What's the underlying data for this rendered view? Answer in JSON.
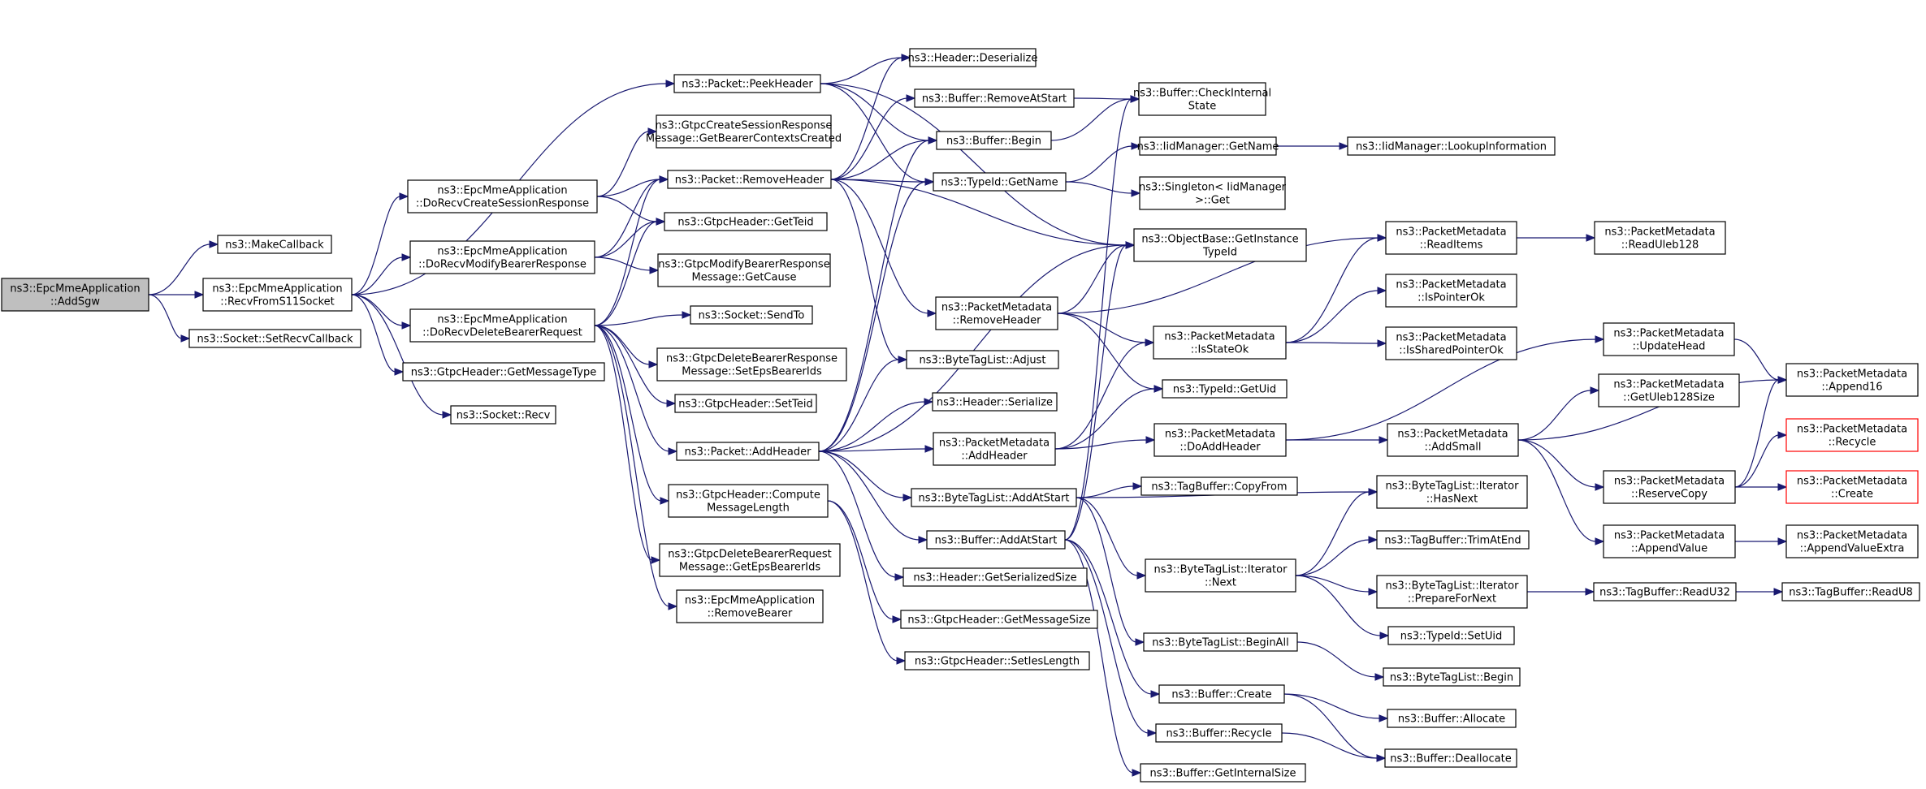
{
  "diagram": {
    "nodes": [
      {
        "id": "root",
        "lines": [
          "ns3::EpcMmeApplication",
          "::AddSgw"
        ],
        "root": true
      },
      {
        "id": "makecb",
        "lines": [
          "ns3::MakeCallback"
        ]
      },
      {
        "id": "recv11",
        "lines": [
          "ns3::EpcMmeApplication",
          "::RecvFromS11Socket"
        ]
      },
      {
        "id": "setrecvcb",
        "lines": [
          "ns3::Socket::SetRecvCallback"
        ]
      },
      {
        "id": "peekhdr",
        "lines": [
          "ns3::Packet::PeekHeader"
        ]
      },
      {
        "id": "createresp",
        "lines": [
          "ns3::EpcMmeApplication",
          "::DoRecvCreateSessionResponse"
        ]
      },
      {
        "id": "modifyresp",
        "lines": [
          "ns3::EpcMmeApplication",
          "::DoRecvModifyBearerResponse"
        ]
      },
      {
        "id": "delreq",
        "lines": [
          "ns3::EpcMmeApplication",
          "::DoRecvDeleteBearerRequest"
        ]
      },
      {
        "id": "getmsgtype",
        "lines": [
          "ns3::GtpcHeader::GetMessageType"
        ]
      },
      {
        "id": "sockrecv",
        "lines": [
          "ns3::Socket::Recv"
        ]
      },
      {
        "id": "getbearerctx",
        "lines": [
          "ns3::GtpcCreateSessionResponse",
          "Message::GetBearerContextsCreated"
        ]
      },
      {
        "id": "removehdr",
        "lines": [
          "ns3::Packet::RemoveHeader"
        ]
      },
      {
        "id": "getteid",
        "lines": [
          "ns3::GtpcHeader::GetTeid"
        ]
      },
      {
        "id": "getcause",
        "lines": [
          "ns3::GtpcModifyBearerResponse",
          "Message::GetCause"
        ]
      },
      {
        "id": "sendto",
        "lines": [
          "ns3::Socket::SendTo"
        ]
      },
      {
        "id": "seteps",
        "lines": [
          "ns3::GtpcDeleteBearerResponse",
          "Message::SetEpsBearerIds"
        ]
      },
      {
        "id": "setteid",
        "lines": [
          "ns3::GtpcHeader::SetTeid"
        ]
      },
      {
        "id": "addhdr",
        "lines": [
          "ns3::Packet::AddHeader"
        ]
      },
      {
        "id": "computelen",
        "lines": [
          "ns3::GtpcHeader::Compute",
          "MessageLength"
        ]
      },
      {
        "id": "geteps",
        "lines": [
          "ns3::GtpcDeleteBearerRequest",
          "Message::GetEpsBearerIds"
        ]
      },
      {
        "id": "removebearer",
        "lines": [
          "ns3::EpcMmeApplication",
          "::RemoveBearer"
        ]
      },
      {
        "id": "hdrdeser",
        "lines": [
          "ns3::Header::Deserialize"
        ]
      },
      {
        "id": "bufremove",
        "lines": [
          "ns3::Buffer::RemoveAtStart"
        ]
      },
      {
        "id": "bufbegin",
        "lines": [
          "ns3::Buffer::Begin"
        ]
      },
      {
        "id": "typegetname",
        "lines": [
          "ns3::TypeId::GetName"
        ]
      },
      {
        "id": "pmremovehdr",
        "lines": [
          "ns3::PacketMetadata",
          "::RemoveHeader"
        ]
      },
      {
        "id": "btladjust",
        "lines": [
          "ns3::ByteTagList::Adjust"
        ]
      },
      {
        "id": "hdrser",
        "lines": [
          "ns3::Header::Serialize"
        ]
      },
      {
        "id": "pmaddhdr",
        "lines": [
          "ns3::PacketMetadata",
          "::AddHeader"
        ]
      },
      {
        "id": "btladdstart",
        "lines": [
          "ns3::ByteTagList::AddAtStart"
        ]
      },
      {
        "id": "bufaddstart",
        "lines": [
          "ns3::Buffer::AddAtStart"
        ]
      },
      {
        "id": "hdrgetsize",
        "lines": [
          "ns3::Header::GetSerializedSize"
        ]
      },
      {
        "id": "gtpcmsgsize",
        "lines": [
          "ns3::GtpcHeader::GetMessageSize"
        ]
      },
      {
        "id": "setieslen",
        "lines": [
          "ns3::GtpcHeader::SetIesLength"
        ]
      },
      {
        "id": "bufcheck",
        "lines": [
          "ns3::Buffer::CheckInternal",
          "State"
        ]
      },
      {
        "id": "iidgetname",
        "lines": [
          "ns3::IidManager::GetName"
        ]
      },
      {
        "id": "singleton",
        "lines": [
          "ns3::Singleton< IidManager",
          ">::Get"
        ]
      },
      {
        "id": "objbase",
        "lines": [
          "ns3::ObjectBase::GetInstance",
          "TypeId"
        ]
      },
      {
        "id": "isstateok",
        "lines": [
          "ns3::PacketMetadata",
          "::IsStateOk"
        ]
      },
      {
        "id": "typegetuid",
        "lines": [
          "ns3::TypeId::GetUid"
        ]
      },
      {
        "id": "doaddhdr",
        "lines": [
          "ns3::PacketMetadata",
          "::DoAddHeader"
        ]
      },
      {
        "id": "tagcopy",
        "lines": [
          "ns3::TagBuffer::CopyFrom"
        ]
      },
      {
        "id": "itnext",
        "lines": [
          "ns3::ByteTagList::Iterator",
          "::Next"
        ]
      },
      {
        "id": "beginall",
        "lines": [
          "ns3::ByteTagList::BeginAll"
        ]
      },
      {
        "id": "bufcreate",
        "lines": [
          "ns3::Buffer::Create"
        ]
      },
      {
        "id": "bufrecycle",
        "lines": [
          "ns3::Buffer::Recycle"
        ]
      },
      {
        "id": "bufintsize",
        "lines": [
          "ns3::Buffer::GetInternalSize"
        ]
      },
      {
        "id": "iidlookup",
        "lines": [
          "ns3::IidManager::LookupInformation"
        ]
      },
      {
        "id": "readitems",
        "lines": [
          "ns3::PacketMetadata",
          "::ReadItems"
        ]
      },
      {
        "id": "ispointerok",
        "lines": [
          "ns3::PacketMetadata",
          "::IsPointerOk"
        ]
      },
      {
        "id": "issharedok",
        "lines": [
          "ns3::PacketMetadata",
          "::IsSharedPointerOk"
        ]
      },
      {
        "id": "addsmall",
        "lines": [
          "ns3::PacketMetadata",
          "::AddSmall"
        ]
      },
      {
        "id": "hasnext",
        "lines": [
          "ns3::ByteTagList::Iterator",
          "::HasNext"
        ]
      },
      {
        "id": "trimatend",
        "lines": [
          "ns3::TagBuffer::TrimAtEnd"
        ]
      },
      {
        "id": "preparenext",
        "lines": [
          "ns3::ByteTagList::Iterator",
          "::PrepareForNext"
        ]
      },
      {
        "id": "setuid",
        "lines": [
          "ns3::TypeId::SetUid"
        ]
      },
      {
        "id": "btlbegin",
        "lines": [
          "ns3::ByteTagList::Begin"
        ]
      },
      {
        "id": "bufalloc",
        "lines": [
          "ns3::Buffer::Allocate"
        ]
      },
      {
        "id": "bufdealloc",
        "lines": [
          "ns3::Buffer::Deallocate"
        ]
      },
      {
        "id": "readuleb",
        "lines": [
          "ns3::PacketMetadata",
          "::ReadUleb128"
        ]
      },
      {
        "id": "updatehead",
        "lines": [
          "ns3::PacketMetadata",
          "::UpdateHead"
        ]
      },
      {
        "id": "getuleb",
        "lines": [
          "ns3::PacketMetadata",
          "::GetUleb128Size"
        ]
      },
      {
        "id": "reservecopy",
        "lines": [
          "ns3::PacketMetadata",
          "::ReserveCopy"
        ]
      },
      {
        "id": "appendvalue",
        "lines": [
          "ns3::PacketMetadata",
          "::AppendValue"
        ]
      },
      {
        "id": "readu32",
        "lines": [
          "ns3::TagBuffer::ReadU32"
        ]
      },
      {
        "id": "append16",
        "lines": [
          "ns3::PacketMetadata",
          "::Append16"
        ]
      },
      {
        "id": "pmrecycle",
        "lines": [
          "ns3::PacketMetadata",
          "::Recycle"
        ],
        "truncated": true
      },
      {
        "id": "pmcreate",
        "lines": [
          "ns3::PacketMetadata",
          "::Create"
        ],
        "truncated": true
      },
      {
        "id": "appendextra",
        "lines": [
          "ns3::PacketMetadata",
          "::AppendValueExtra"
        ]
      },
      {
        "id": "readu8",
        "lines": [
          "ns3::TagBuffer::ReadU8"
        ]
      }
    ],
    "edges": [
      [
        "root",
        "makecb"
      ],
      [
        "root",
        "recv11"
      ],
      [
        "root",
        "setrecvcb"
      ],
      [
        "recv11",
        "peekhdr"
      ],
      [
        "recv11",
        "createresp"
      ],
      [
        "recv11",
        "modifyresp"
      ],
      [
        "recv11",
        "delreq"
      ],
      [
        "recv11",
        "getmsgtype"
      ],
      [
        "recv11",
        "sockrecv"
      ],
      [
        "createresp",
        "getbearerctx"
      ],
      [
        "createresp",
        "removehdr"
      ],
      [
        "createresp",
        "getteid"
      ],
      [
        "modifyresp",
        "removehdr"
      ],
      [
        "modifyresp",
        "getteid"
      ],
      [
        "modifyresp",
        "getcause"
      ],
      [
        "delreq",
        "removehdr"
      ],
      [
        "delreq",
        "getteid"
      ],
      [
        "delreq",
        "sendto"
      ],
      [
        "delreq",
        "seteps"
      ],
      [
        "delreq",
        "setteid"
      ],
      [
        "delreq",
        "addhdr"
      ],
      [
        "delreq",
        "computelen"
      ],
      [
        "delreq",
        "geteps"
      ],
      [
        "delreq",
        "removebearer"
      ],
      [
        "peekhdr",
        "hdrdeser"
      ],
      [
        "peekhdr",
        "bufbegin"
      ],
      [
        "peekhdr",
        "typegetname"
      ],
      [
        "peekhdr",
        "objbase"
      ],
      [
        "removehdr",
        "hdrdeser"
      ],
      [
        "removehdr",
        "bufremove"
      ],
      [
        "removehdr",
        "bufbegin"
      ],
      [
        "removehdr",
        "typegetname"
      ],
      [
        "removehdr",
        "pmremovehdr"
      ],
      [
        "removehdr",
        "btladjust"
      ],
      [
        "removehdr",
        "objbase"
      ],
      [
        "addhdr",
        "bufbegin"
      ],
      [
        "addhdr",
        "typegetname"
      ],
      [
        "addhdr",
        "objbase"
      ],
      [
        "addhdr",
        "btladjust"
      ],
      [
        "addhdr",
        "hdrser"
      ],
      [
        "addhdr",
        "pmaddhdr"
      ],
      [
        "addhdr",
        "btladdstart"
      ],
      [
        "addhdr",
        "bufaddstart"
      ],
      [
        "addhdr",
        "hdrgetsize"
      ],
      [
        "computelen",
        "gtpcmsgsize"
      ],
      [
        "computelen",
        "setieslen"
      ],
      [
        "bufremove",
        "bufcheck"
      ],
      [
        "bufbegin",
        "bufcheck"
      ],
      [
        "typegetname",
        "iidgetname"
      ],
      [
        "typegetname",
        "singleton"
      ],
      [
        "iidgetname",
        "iidlookup"
      ],
      [
        "pmremovehdr",
        "objbase"
      ],
      [
        "pmremovehdr",
        "readitems"
      ],
      [
        "pmremovehdr",
        "isstateok"
      ],
      [
        "pmremovehdr",
        "typegetuid"
      ],
      [
        "pmaddhdr",
        "isstateok"
      ],
      [
        "pmaddhdr",
        "typegetuid"
      ],
      [
        "pmaddhdr",
        "doaddhdr"
      ],
      [
        "btladdstart",
        "tagcopy"
      ],
      [
        "btladdstart",
        "hasnext"
      ],
      [
        "btladdstart",
        "itnext"
      ],
      [
        "btladdstart",
        "beginall"
      ],
      [
        "bufaddstart",
        "bufcheck"
      ],
      [
        "bufaddstart",
        "objbase"
      ],
      [
        "bufaddstart",
        "bufcreate"
      ],
      [
        "bufaddstart",
        "bufrecycle"
      ],
      [
        "bufaddstart",
        "bufintsize"
      ],
      [
        "isstateok",
        "readitems"
      ],
      [
        "isstateok",
        "ispointerok"
      ],
      [
        "isstateok",
        "issharedok"
      ],
      [
        "readitems",
        "readuleb"
      ],
      [
        "doaddhdr",
        "updatehead"
      ],
      [
        "doaddhdr",
        "addsmall"
      ],
      [
        "addsmall",
        "getuleb"
      ],
      [
        "addsmall",
        "append16"
      ],
      [
        "addsmall",
        "reservecopy"
      ],
      [
        "addsmall",
        "appendvalue"
      ],
      [
        "updatehead",
        "append16"
      ],
      [
        "reservecopy",
        "append16"
      ],
      [
        "reservecopy",
        "pmrecycle"
      ],
      [
        "reservecopy",
        "pmcreate"
      ],
      [
        "appendvalue",
        "appendextra"
      ],
      [
        "itnext",
        "hasnext"
      ],
      [
        "itnext",
        "trimatend"
      ],
      [
        "itnext",
        "preparenext"
      ],
      [
        "itnext",
        "setuid"
      ],
      [
        "preparenext",
        "readu32"
      ],
      [
        "readu32",
        "readu8"
      ],
      [
        "beginall",
        "btlbegin"
      ],
      [
        "bufcreate",
        "bufalloc"
      ],
      [
        "bufcreate",
        "bufdealloc"
      ],
      [
        "bufrecycle",
        "bufdealloc"
      ]
    ],
    "colors": {
      "edge": "#191970",
      "node_border": "#000000",
      "root_fill": "#bfbfbf",
      "truncated_border": "#ff0000"
    }
  }
}
